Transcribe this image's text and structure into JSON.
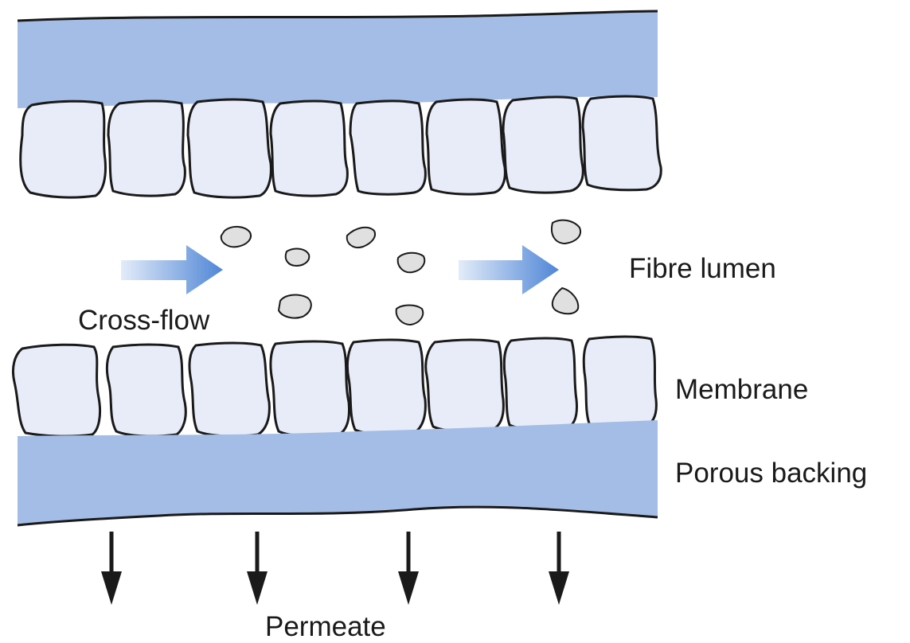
{
  "labels": {
    "cross_flow": "Cross-flow",
    "fibre_lumen": "Fibre lumen",
    "membrane": "Membrane",
    "porous_backing": "Porous backing",
    "permeate": "Permeate"
  },
  "colors": {
    "backing_fill": "#a4bde6",
    "cell_fill": "#e7ecf8",
    "particle_fill": "#e0e0e0",
    "outline": "#1a1a1a",
    "flow_arrow_start": "#e3ecf9",
    "flow_arrow_end": "#4f86d6"
  },
  "icons": {
    "flow_arrow": "gradient-right-arrow-icon",
    "permeate_arrow": "down-arrow-icon"
  }
}
